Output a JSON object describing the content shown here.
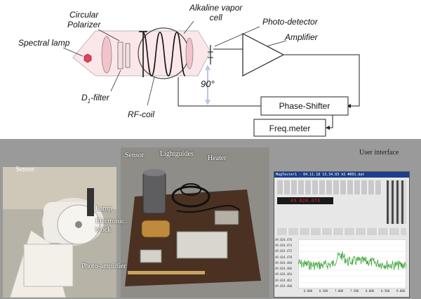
{
  "diagram": {
    "labels": {
      "circular_polarizer": "Circular\nPolarizer",
      "alkaline_cell": "Alkaline vapor\ncell",
      "photo_detector": "Photo-detector",
      "amplifier": "Amplifier",
      "spectral_lamp": "Spectral lamp",
      "d1_filter": "D",
      "d1_filter_sub": "1",
      "d1_filter_suffix": "-filter",
      "rf_coil": "RF-coil",
      "angle": "90°",
      "phase_shifter": "Phase-Shifter",
      "freq_meter": "Freq.meter"
    }
  },
  "photos": {
    "sensor_left": "Sensor",
    "sensor_mid": "Sensor",
    "lightguides": "Lightguides",
    "heater": "Heater",
    "lamp": "Lamp",
    "electronic_block_1": "Electronic",
    "electronic_block_2": "block",
    "photo_amplifier": "Photo-amplifier",
    "user_interface": "User interface",
    "ui_title": "MagTester1 - 04.11.18 13.34.03 kS #001.dat",
    "ui_readout": "49.024.474",
    "ui_xticks": [
      "6.000",
      "6.500",
      "7.000",
      "7.500",
      "8.000",
      "8.500",
      "9.000"
    ],
    "ui_yticks": [
      "49.024.476",
      "49.024.474",
      "49.024.472",
      "49.024.470",
      "49.024.468",
      "49.024.466",
      "49.024.464",
      "49.024.462",
      "49.024.460"
    ]
  },
  "colors": {
    "optics_fill": "#f7d7dc",
    "lamp": "#e0445a",
    "line": "#222222",
    "angle_arrow": "#b9c6e4",
    "ui_plot": "#3fa63a"
  }
}
